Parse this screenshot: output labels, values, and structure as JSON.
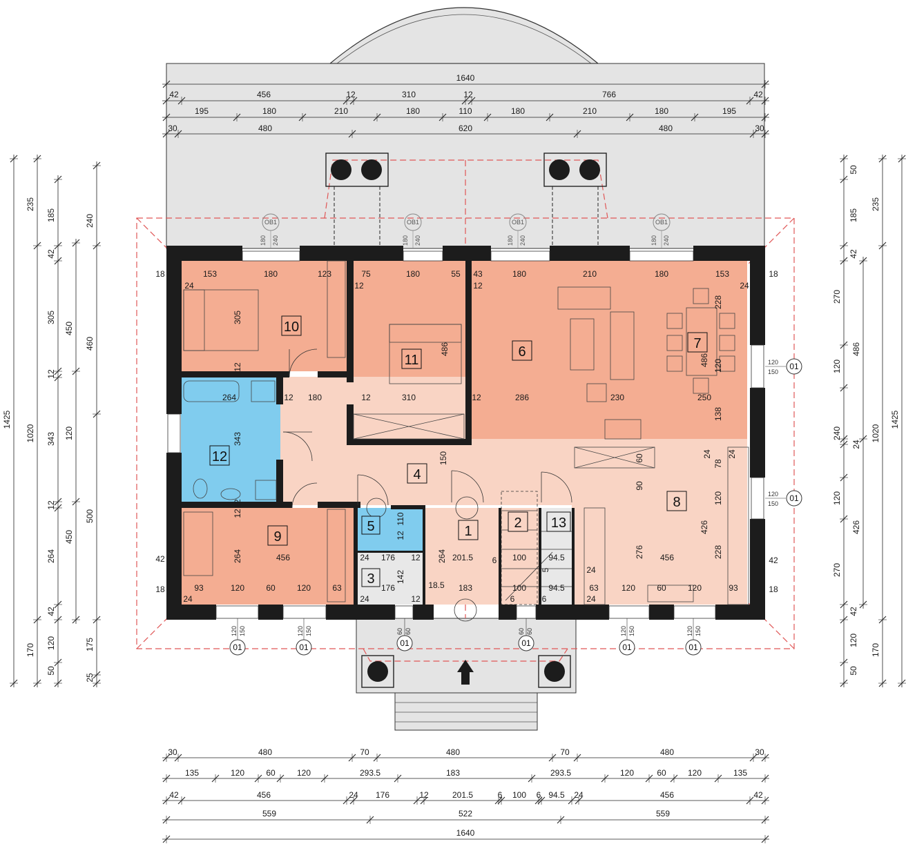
{
  "colors": {
    "room_dark": "#f4ad92",
    "room_light": "#f9d4c4",
    "room_blue": "#80ccee",
    "room_grey": "#e8e8e8",
    "roof": "#e4e4e4",
    "wall": "#1c1c1c",
    "outline_red": "#e05656",
    "dim_line": "#222222"
  },
  "rooms": [
    {
      "id": "1",
      "label": "1"
    },
    {
      "id": "2",
      "label": "2"
    },
    {
      "id": "3",
      "label": "3"
    },
    {
      "id": "4",
      "label": "4"
    },
    {
      "id": "5",
      "label": "5"
    },
    {
      "id": "6",
      "label": "6"
    },
    {
      "id": "7",
      "label": "7"
    },
    {
      "id": "8",
      "label": "8"
    },
    {
      "id": "9",
      "label": "9"
    },
    {
      "id": "10",
      "label": "10"
    },
    {
      "id": "11",
      "label": "11"
    },
    {
      "id": "12",
      "label": "12"
    },
    {
      "id": "13",
      "label": "13"
    }
  ],
  "top_dims": {
    "row1": [
      "1640"
    ],
    "row2": [
      "42",
      "456",
      "12",
      "310",
      "12",
      "766",
      "42"
    ],
    "row3": [
      "195",
      "180",
      "210",
      "180",
      "110",
      "180",
      "210",
      "180",
      "195"
    ],
    "row4": [
      "30",
      "480",
      "620",
      "480",
      "30"
    ]
  },
  "bottom_dims": {
    "row1": [
      "30",
      "480",
      "70",
      "480",
      "70",
      "480",
      "30"
    ],
    "row2": [
      "135",
      "120",
      "60",
      "120",
      "293.5",
      "183",
      "293.5",
      "120",
      "60",
      "120",
      "135"
    ],
    "row3": [
      "42",
      "456",
      "24",
      "176",
      "12",
      "201.5",
      "6",
      "100",
      "6",
      "94.5",
      "24",
      "456",
      "42"
    ],
    "row4": [
      "559",
      "522",
      "559"
    ],
    "row5": [
      "1640"
    ]
  },
  "left_dims": {
    "col1": [
      "1425"
    ],
    "col2": [
      "235",
      "1020",
      "170"
    ],
    "col3": [
      "185",
      "42",
      "305",
      "12",
      "343",
      "12",
      "264",
      "42",
      "120",
      "50"
    ],
    "col4": [
      "450",
      "120",
      "450"
    ],
    "col5": [
      "240",
      "460",
      "500",
      "175",
      "25"
    ]
  },
  "right_dims": {
    "col1": [
      "50",
      "185",
      "42",
      "270",
      "120",
      "240",
      "24",
      "120",
      "270",
      "42",
      "120",
      "50"
    ],
    "col2": [
      "486",
      "426"
    ],
    "col3": [
      "235",
      "1020",
      "170"
    ],
    "col4": [
      "1425"
    ]
  },
  "ob_tag": "OB1",
  "ob_dims": [
    "180",
    "240"
  ],
  "window_tag": "01",
  "window_dims_120": [
    "120",
    "150"
  ],
  "window_dims_60": [
    "60",
    "60"
  ],
  "interior": {
    "r10": [
      "18",
      "153",
      "180",
      "123",
      "24",
      "305",
      "12"
    ],
    "r11": [
      "75",
      "180",
      "55",
      "12",
      "486",
      "310",
      "12"
    ],
    "r6": [
      "43",
      "180",
      "210",
      "180",
      "153",
      "24",
      "12",
      "286",
      "230",
      "12"
    ],
    "r7": [
      "228",
      "486",
      "120",
      "250",
      "18"
    ],
    "r12": [
      "264",
      "12",
      "180",
      "343",
      "12"
    ],
    "r4": [
      "150"
    ],
    "r8": [
      "138",
      "24",
      "78",
      "24",
      "60",
      "90",
      "120",
      "426",
      "276",
      "456",
      "228",
      "24",
      "63",
      "120",
      "60",
      "120",
      "93",
      "24",
      "18",
      "42"
    ],
    "r9": [
      "12",
      "42",
      "264",
      "456",
      "18",
      "93",
      "120",
      "60",
      "120",
      "63",
      "24"
    ],
    "r5": [
      "12",
      "110"
    ],
    "r3": [
      "24",
      "176",
      "12",
      "142",
      "176",
      "24",
      "12"
    ],
    "r1": [
      "264",
      "201.5",
      "6",
      "18.5",
      "183"
    ],
    "r2": [
      "100",
      "100",
      "6"
    ],
    "r13": [
      "94.5",
      "94.5",
      "5",
      "6"
    ]
  }
}
